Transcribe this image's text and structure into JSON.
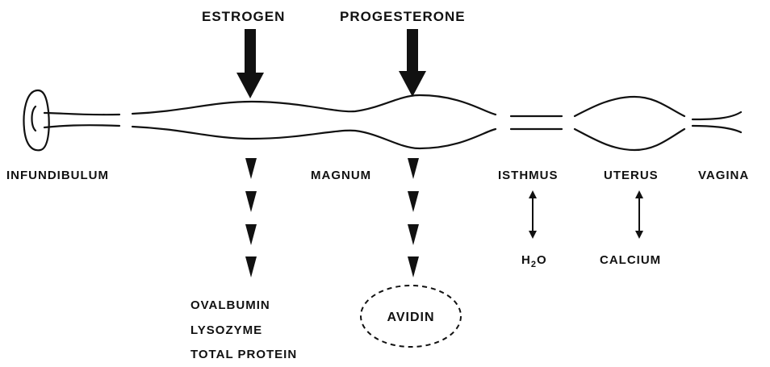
{
  "hormones": {
    "estrogen": "ESTROGEN",
    "progesterone": "PROGESTERONE"
  },
  "segments": {
    "infundibulum": "INFUNDIBULUM",
    "magnum": "MAGNUM",
    "isthmus": "ISTHMUS",
    "uterus": "UTERUS",
    "vagina": "VAGINA"
  },
  "products": {
    "estrogen": [
      "OVALBUMIN",
      "LYSOZYME",
      "TOTAL PROTEIN"
    ],
    "progesterone": "AVIDIN"
  },
  "exchange": {
    "isthmus_prefix": "H",
    "isthmus_subscript": "2",
    "isthmus_suffix": "O",
    "uterus": "CALCIUM"
  }
}
